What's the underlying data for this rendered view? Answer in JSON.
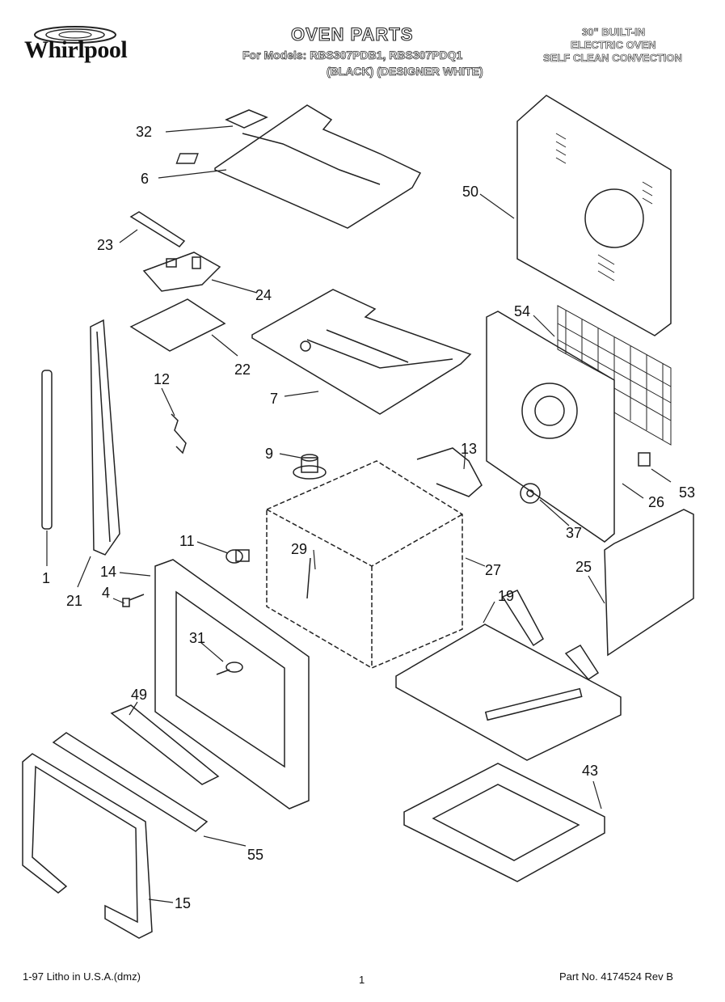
{
  "brand": "Whirlpool",
  "header": {
    "title": "OVEN PARTS",
    "models_line": "For Models: RBS307PDB1, RBS307PDQ1",
    "variants_line": "(BLACK)  (DESIGNER WHITE)",
    "product_lines": [
      "30\" BUILT-IN",
      "ELECTRIC OVEN",
      "SELF CLEAN CONVECTION"
    ]
  },
  "callouts": [
    "32",
    "6",
    "50",
    "23",
    "24",
    "22",
    "54",
    "12",
    "7",
    "1",
    "21",
    "9",
    "13",
    "11",
    "29",
    "14",
    "4",
    "27",
    "53",
    "26",
    "37",
    "25",
    "19",
    "31",
    "49",
    "43",
    "55",
    "15"
  ],
  "footer": {
    "litho": "1-97 Litho in U.S.A.(dmz)",
    "page": "1",
    "part_no": "Part No. 4174524 Rev B"
  }
}
